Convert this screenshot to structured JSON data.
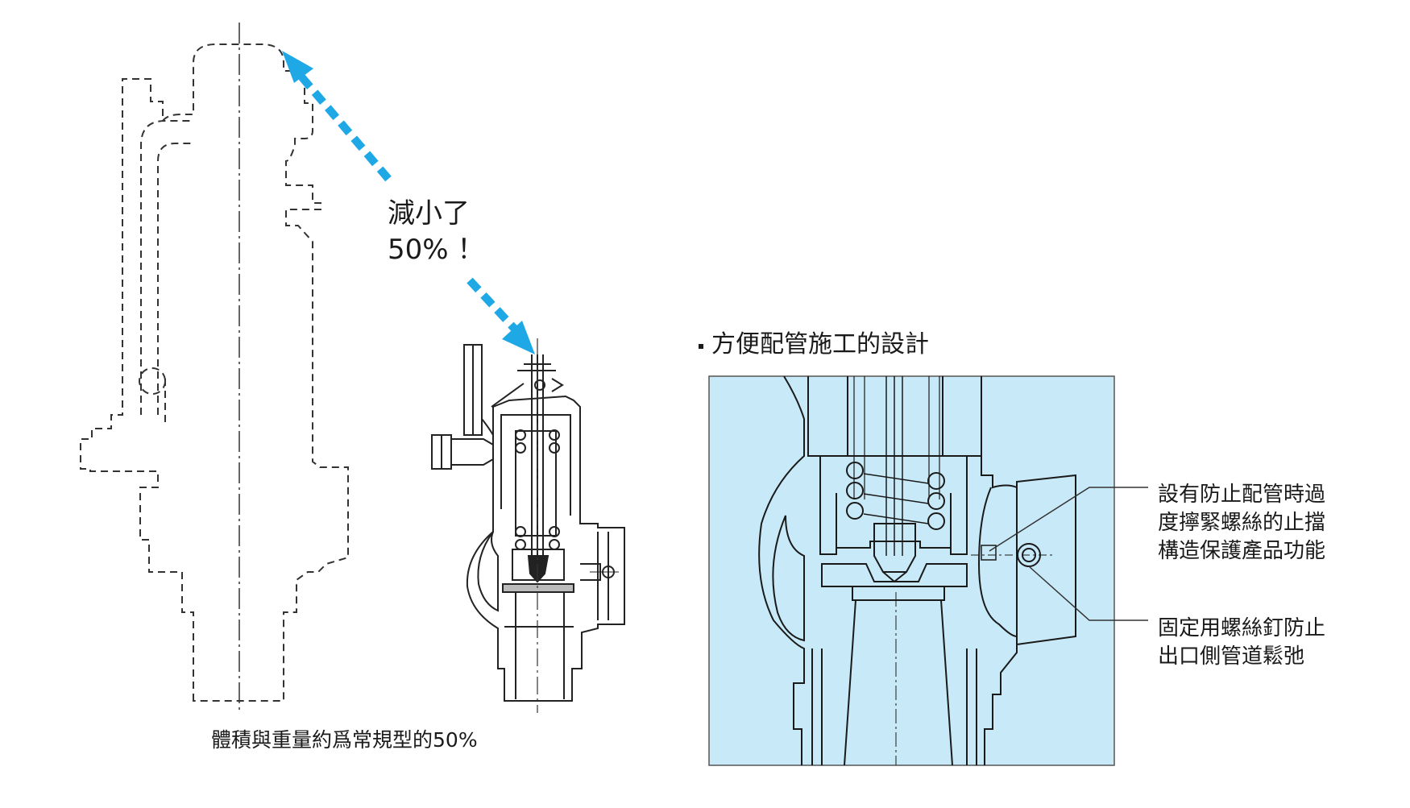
{
  "reduction_label": {
    "line1": "減小了",
    "line2": "50% ！"
  },
  "left_caption": "體積與重量約爲常規型的50%",
  "detail_section": {
    "heading": "方便配管施工的設計",
    "callout_top": [
      "設有防止配管時過",
      "度擰緊螺絲的止擋",
      "構造保護產品功能"
    ],
    "callout_bottom": [
      "固定用螺絲釘防止",
      "出口側管道鬆弛"
    ]
  },
  "colors": {
    "arrow": "#1fa8e6",
    "detail_panel": "#c8e9f7",
    "line": "#2a2a2a"
  }
}
